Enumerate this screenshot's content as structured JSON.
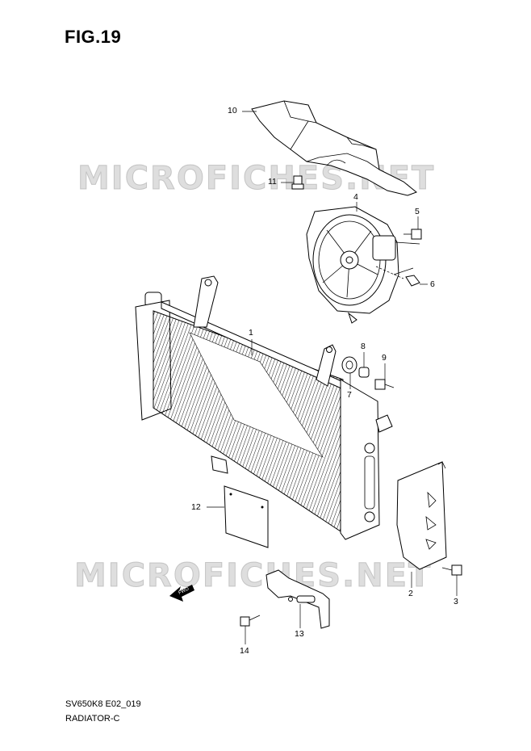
{
  "figure": {
    "title": "FIG.19"
  },
  "watermark": {
    "text_top": "MICROFICHES.NET",
    "text_bottom": "MICROFICHES.NET"
  },
  "callouts": {
    "c1": "1",
    "c2": "2",
    "c3": "3",
    "c4": "4",
    "c5": "5",
    "c6": "6",
    "c7": "7",
    "c8": "8",
    "c9": "9",
    "c10": "10",
    "c11": "11",
    "c12": "12",
    "c13": "13",
    "c14": "14"
  },
  "fwd_label": "FWD",
  "footer": {
    "code": "SV650K8 E02_019",
    "name": "RADIATOR-C"
  }
}
